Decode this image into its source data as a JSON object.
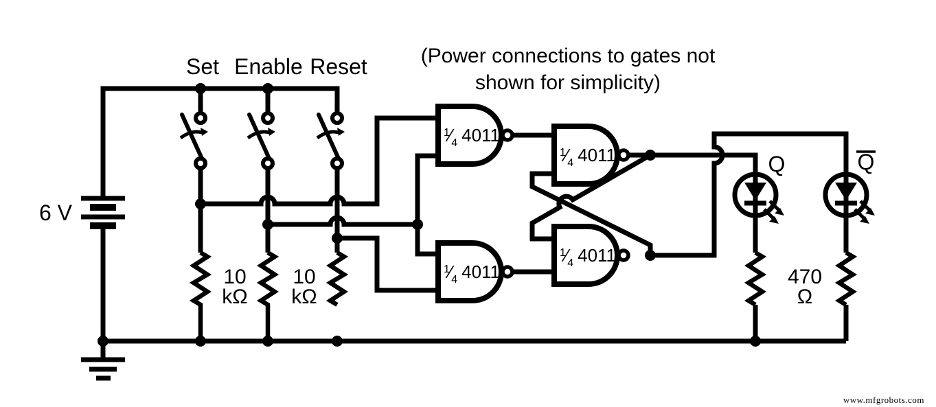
{
  "colors": {
    "ink": "#000000",
    "paper": "#ffffff"
  },
  "note": {
    "line1": "(Power connections to gates not",
    "line2": "shown for simplicity)"
  },
  "power": {
    "battery_label": "6 V"
  },
  "switches": {
    "set": "Set",
    "enable": "Enable",
    "reset": "Reset"
  },
  "gate": {
    "fraction_numerator": "1",
    "fraction_slash": "⁄",
    "fraction_denominator": "4",
    "part_number": "4011"
  },
  "resistors": {
    "pulldown1_line1": "10",
    "pulldown1_line2": "kΩ",
    "pulldown2_line1": "10",
    "pulldown2_line2": "kΩ",
    "led_line1": "470",
    "led_line2": "Ω"
  },
  "outputs": {
    "q_label": "Q",
    "q_bar_label": "Q"
  },
  "watermark": "www.mfgrobots.com"
}
